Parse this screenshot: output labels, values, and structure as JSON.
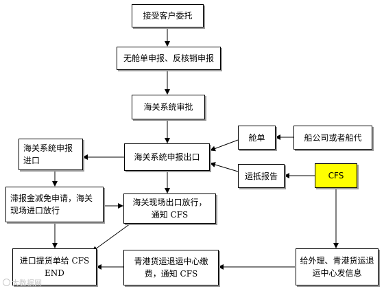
{
  "nodes": {
    "accept": "接受客户委托",
    "declare": "无舱单申报、反核销申报",
    "approve": "海关系统审批",
    "export": "海关系统申报出口",
    "manifest": "舱单",
    "shipping": "船公司或者船代",
    "arrival": "运抵报告",
    "cfs": "CFS",
    "import_decl": "海关系统申报\n进口",
    "tax_exempt": "滞报金减免申请，海关\n现场进口放行",
    "onsite_release": "海关现场出口放行，\n通知 CFS",
    "pickup": "进口提货单给 CFS\nEND",
    "payment": "青港货运退运中心缴\n费，通知 CFS",
    "notify": "给外理、青港货运退\n运中心发信息"
  },
  "colors": {
    "cfs_fill": "#ffff00"
  },
  "watermark": "大数据网"
}
